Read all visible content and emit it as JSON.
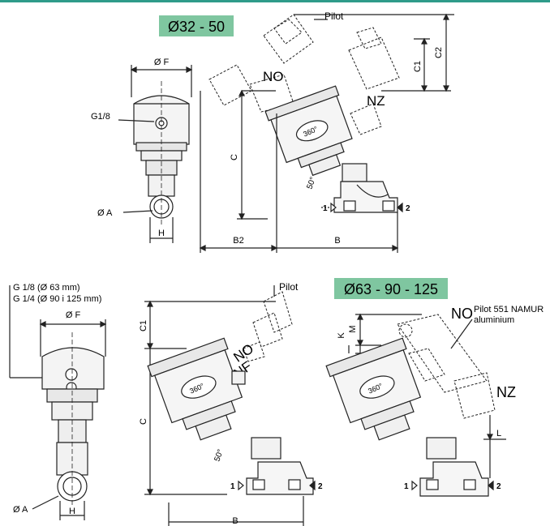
{
  "colors": {
    "accent": "#2f9b8a",
    "badge": "#7fc6a0",
    "line": "#222222"
  },
  "top": {
    "badge": "Ø32 - 50",
    "front": {
      "diameter_f": "Ø F",
      "port": "G1/8",
      "diameter_a": "Ø A",
      "h": "H"
    },
    "side": {
      "pilot": "Pilot",
      "no": "NO",
      "nz": "NZ",
      "c1": "C1",
      "c2": "C2",
      "c": "C",
      "b2": "B2",
      "b": "B",
      "rot": "360°",
      "angle": "50°",
      "port1": "1",
      "port2": "2"
    }
  },
  "bottom": {
    "front": {
      "port_line1": "G 1/8 (Ø 63 mm)",
      "port_line2": "G 1/4 (Ø 90 i 125 mm)",
      "diameter_f": "Ø F",
      "diameter_a": "Ø A",
      "h": "H"
    },
    "middle": {
      "pilot": "Pilot",
      "no": "NO",
      "nf": "NF",
      "c1": "C1",
      "c": "C",
      "b": "B",
      "rot": "360°",
      "angle": "50°",
      "port1": "1",
      "port2": "2"
    },
    "right": {
      "badge": "Ø63 - 90 - 125",
      "pilot_line1": "Pilot 551 NAMUR",
      "pilot_line2": "aluminium",
      "no": "NO",
      "nz": "NZ",
      "m": "M",
      "k": "K",
      "l": "L",
      "rot": "360°",
      "port1": "1",
      "port2": "2"
    }
  }
}
